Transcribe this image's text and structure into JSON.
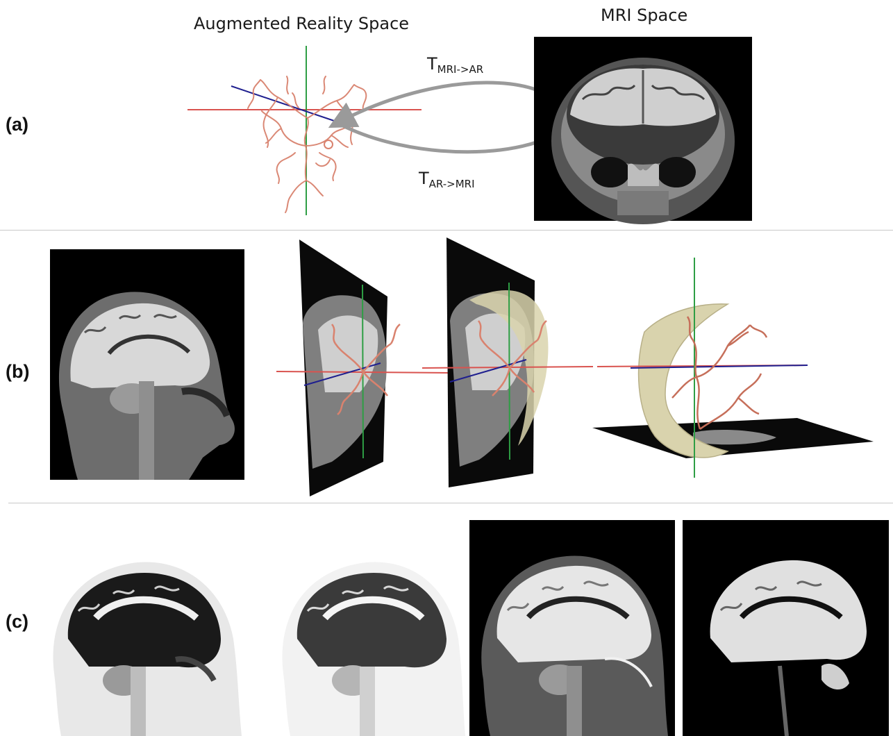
{
  "panel_a": {
    "label": "(a)",
    "ar_title": "Augmented Reality Space",
    "mri_title": "MRI Space",
    "t_top_main": "T",
    "t_top_sub": "MRI->AR",
    "t_bottom_main": "T",
    "t_bottom_sub": "AR->MRI"
  },
  "panel_b": {
    "label": "(b)"
  },
  "panel_c": {
    "label": "(c)"
  },
  "colors": {
    "axis_red": "#d9534f",
    "axis_green": "#2e9e44",
    "axis_blue": "#1f1f8f",
    "vessel": "#d9826e",
    "arrow_gray": "#9a9a9a",
    "surface_beige": "#d9d3ad",
    "mri_black": "#000000"
  }
}
